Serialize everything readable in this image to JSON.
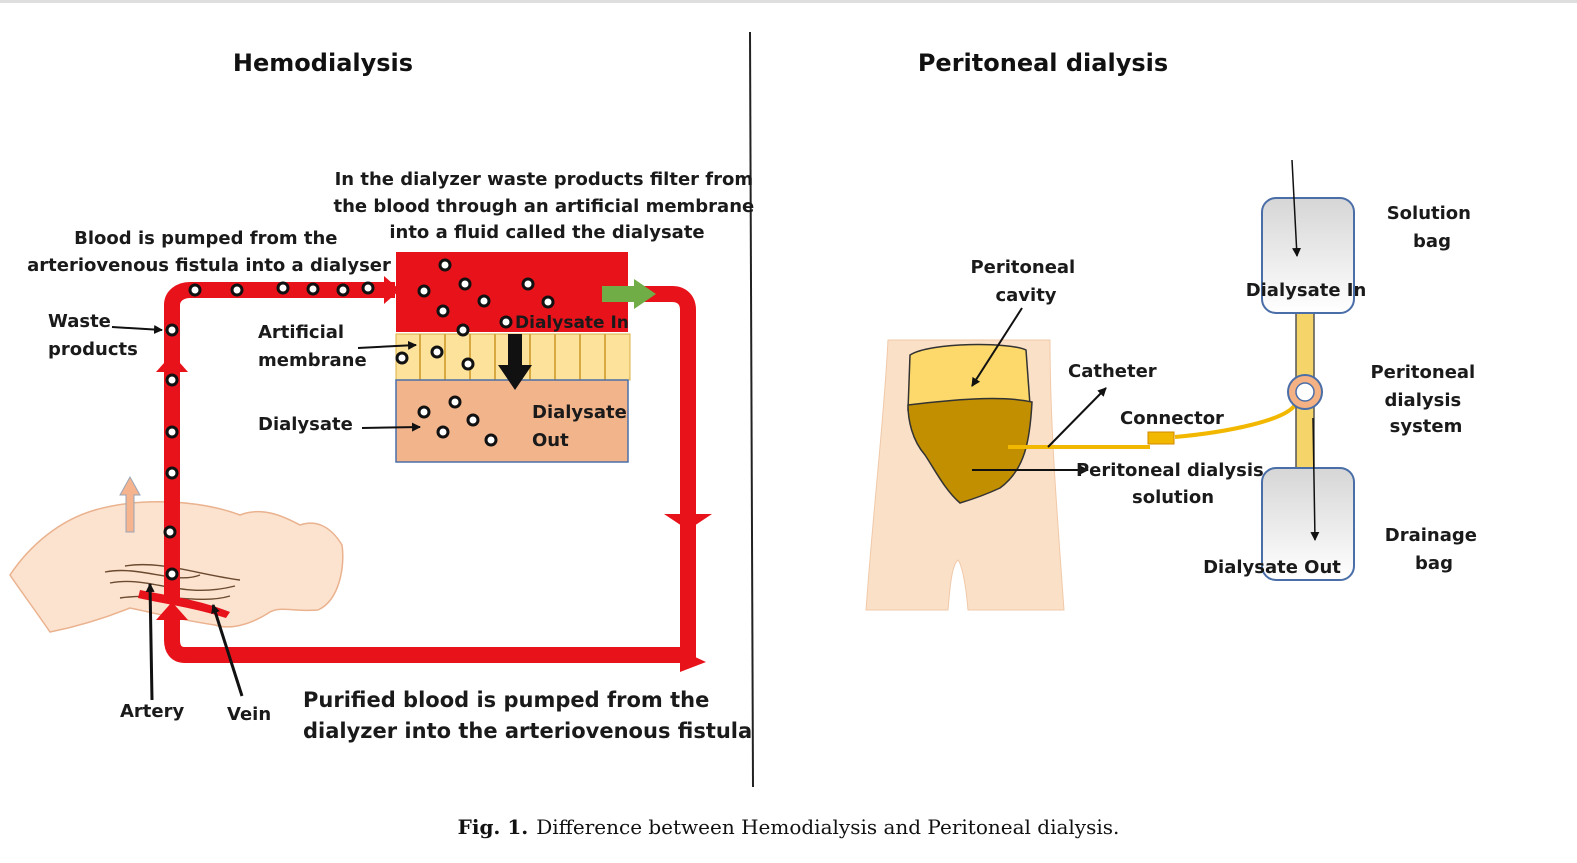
{
  "hemodialysis": {
    "title": "Hemodialysis",
    "dialyzer_caption": [
      "In the dialyzer waste products filter from",
      "the blood through an artificial membrane",
      "into a fluid called the dialysate"
    ],
    "pump_in_caption": [
      "Blood is pumped from the",
      "arteriovenous fistula into a dialyser"
    ],
    "waste_label": [
      "Waste",
      "products"
    ],
    "membrane_label": [
      "Artificial",
      "membrane"
    ],
    "dialysate_label": "Dialysate",
    "dialysate_in": "Dialysate In",
    "dialysate_out": [
      "Dialysate",
      "Out"
    ],
    "artery_label": "Artery",
    "vein_label": "Vein",
    "purified_caption": [
      "Purified blood is pumped from the",
      "dialyzer into the arteriovenous fistula"
    ]
  },
  "peritoneal": {
    "title": "Peritoneal dialysis",
    "cavity_label": [
      "Peritoneal",
      "cavity"
    ],
    "catheter_label": "Catheter",
    "connector_label": "Connector",
    "solution_label": [
      "Peritoneal dialysis",
      "solution"
    ],
    "solution_bag_label": [
      "Solution",
      "bag"
    ],
    "dialysate_in": "Dialysate In",
    "system_label": [
      "Peritoneal",
      "dialysis",
      "system"
    ],
    "drainage_bag_label": [
      "Drainage",
      "bag"
    ],
    "dialysate_out": "Dialysate Out"
  },
  "caption": {
    "fig_number": "Fig. 1.",
    "text": "Difference between Hemodialysis and Peritoneal dialysis."
  },
  "colors": {
    "blood": "#e8121b",
    "dialysate": "#f2b48b",
    "membrane": "#fde29b",
    "skin": "#fbe0c8",
    "cavity_top": "#fcd96a",
    "cavity_fluid": "#c18f00",
    "tube": "#f2b800",
    "green_arrow": "#70ad47"
  }
}
